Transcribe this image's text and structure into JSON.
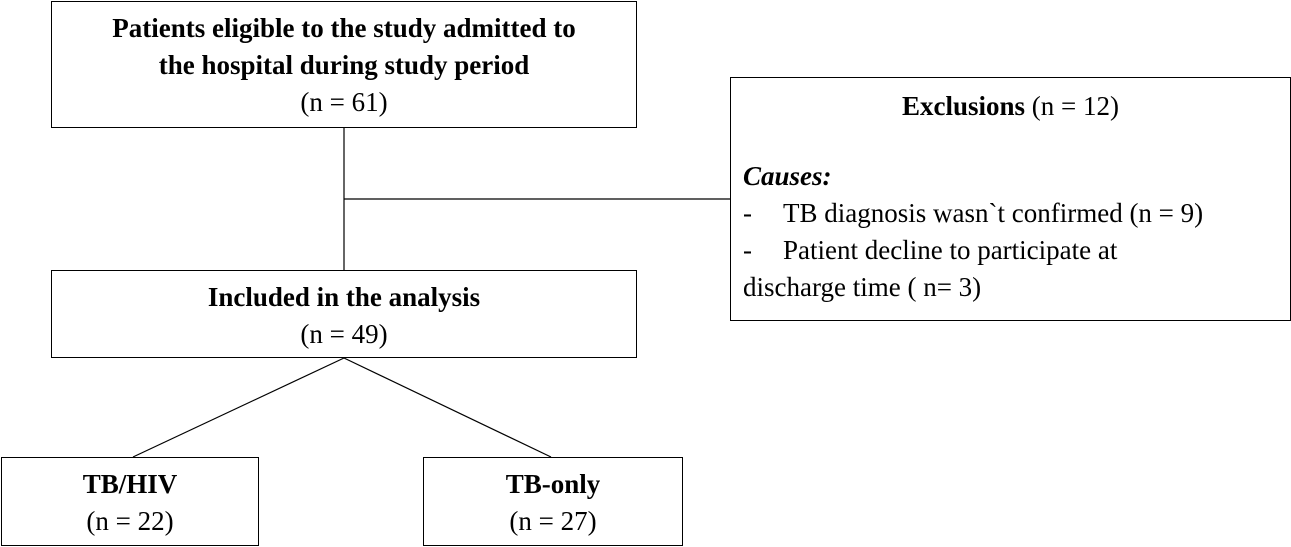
{
  "eligible": {
    "title_line1": "Patients eligible to the study admitted to",
    "title_line2": "the hospital during study period",
    "count": "(n = 61)"
  },
  "exclusions": {
    "title": "Exclusions",
    "count": "(n = 12)",
    "causes_label": "Causes:",
    "causes": [
      {
        "dash": "-",
        "text": "TB diagnosis wasn`t confirmed (n = 9)"
      },
      {
        "dash": "-",
        "text_line1": "Patient decline to participate at",
        "text_line2": "discharge time ( n= 3)"
      }
    ]
  },
  "included": {
    "title": "Included in the analysis",
    "count": "(n = 49)"
  },
  "groups": [
    {
      "title": "TB/HIV",
      "count": "(n = 22)"
    },
    {
      "title": "TB-only",
      "count": "(n = 27)"
    }
  ]
}
